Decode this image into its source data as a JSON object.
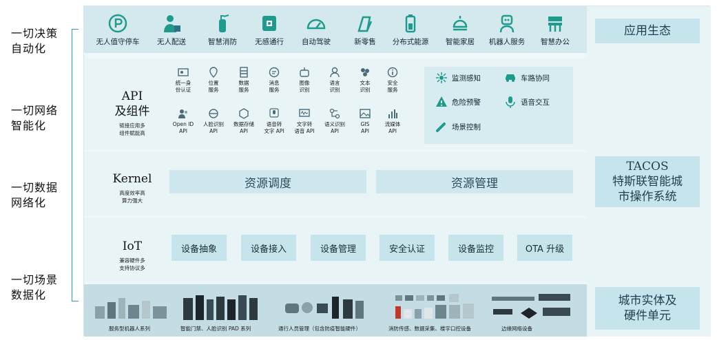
{
  "left_labels": [
    "一切决策\n自动化",
    "一切网络\n智能化",
    "一切数据\n网络化",
    "一切场景\n数据化"
  ],
  "apps": [
    "无人值守停车",
    "无人配送",
    "智慧消防",
    "无感通行",
    "自动驾驶",
    "新零售",
    "分布式能源",
    "智能家居",
    "机器人服务",
    "智慧办公"
  ],
  "right": {
    "eco": "应用生态",
    "os_title": "TACOS",
    "os_sub1": "特斯联智能城",
    "os_sub2": "市操作系统",
    "hw1": "城市实体及",
    "hw2": "硬件单元"
  },
  "api": {
    "title1": "API",
    "title2": "及组件",
    "sub1": "链接应用多",
    "sub2": "组件赋能高",
    "row1": [
      "统一身\n份认证",
      "位置\n服务",
      "数据\n服务",
      "消息\n服务",
      "图像\n识别",
      "语言\n识别",
      "文本\n识别",
      "安全\n服务"
    ],
    "row2": [
      "Open ID\nAPI",
      "人脸识别\nAPI",
      "数据存储\nAPI",
      "语音转\n文字 API",
      "文字转\n语音 API",
      "语义识别\nAPI",
      "GIS\nAPI",
      "流媒体\nAPI"
    ]
  },
  "sense": [
    "监测感知",
    "车路协同",
    "危险预警",
    "语音交互",
    "场景控制"
  ],
  "kernel": {
    "title": "Kernel",
    "sub1": "高度效率高",
    "sub2": "算力强大",
    "bar1": "资源调度",
    "bar2": "资源管理"
  },
  "iot": {
    "title": "IoT",
    "sub1": "兼容硬件多",
    "sub2": "支持协议多",
    "chips": [
      "设备抽象",
      "设备接入",
      "设备管理",
      "安全认证",
      "设备监控",
      "OTA 升级"
    ]
  },
  "hardware": [
    "服务型机器人系列",
    "智能门禁、人脸识别 PAD 系列",
    "通行人员管理（包含防疫智能硬件）",
    "消防传感、数据采集、楼宇口控设备",
    "边缘网络设备"
  ],
  "colors": {
    "accent": "#2f9ba8",
    "band": "#e8f4f6",
    "top_band": "#d3e9ee",
    "bar": "#cfe8ef",
    "icon": "#1f9b8e"
  }
}
